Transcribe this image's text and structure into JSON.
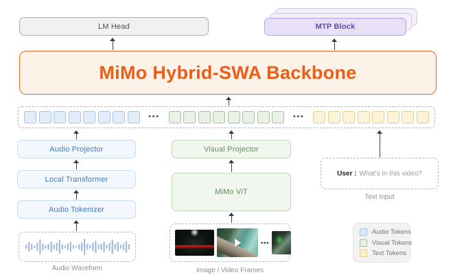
{
  "nodes": {
    "lm_head": "LM Head",
    "mtp_block": "MTP Block",
    "backbone": "MiMo Hybrid-SWA Backbone",
    "audio_projector": "Audio Projector",
    "local_transformer": "Local Transformer",
    "audio_tokenizer": "Audio Tokenizer",
    "visual_projector": "Visual Projector",
    "mimo_vit": "MiMo ViT"
  },
  "token_row": {
    "separator": "•••",
    "groups": [
      {
        "name": "audio",
        "count": 8,
        "fill": "#e2edfa",
        "border": "#a6c2e4"
      },
      {
        "name": "visual",
        "count": 8,
        "fill": "#e9f0e5",
        "border": "#a9bfa0"
      },
      {
        "name": "text",
        "count": 8,
        "fill": "#fdf3d8",
        "border": "#e8cd8f"
      }
    ]
  },
  "text_input": {
    "speaker": "User :",
    "message": "What's in this video?",
    "caption": "Text Input"
  },
  "inputs": {
    "audio_caption": "Audio Waveform",
    "visual_caption": "Image / Video Frames",
    "frames_separator": "•••"
  },
  "legend": {
    "items": [
      {
        "label": "Audio Tokens",
        "fill": "#d9e8fa",
        "border": "#a6c2e4"
      },
      {
        "label": "Visual Tokens",
        "fill": "#e4efe0",
        "border": "#a9bfa0"
      },
      {
        "label": "Text Tokens",
        "fill": "#fcf0cf",
        "border": "#e8cd8f"
      }
    ]
  },
  "colors": {
    "backbone_accent": "#ea5e18",
    "mtp_accent": "#5b4ba6",
    "audio_accent": "#3f77c6",
    "visual_accent": "#5e8b58",
    "waveform": "#a6bcdf"
  }
}
